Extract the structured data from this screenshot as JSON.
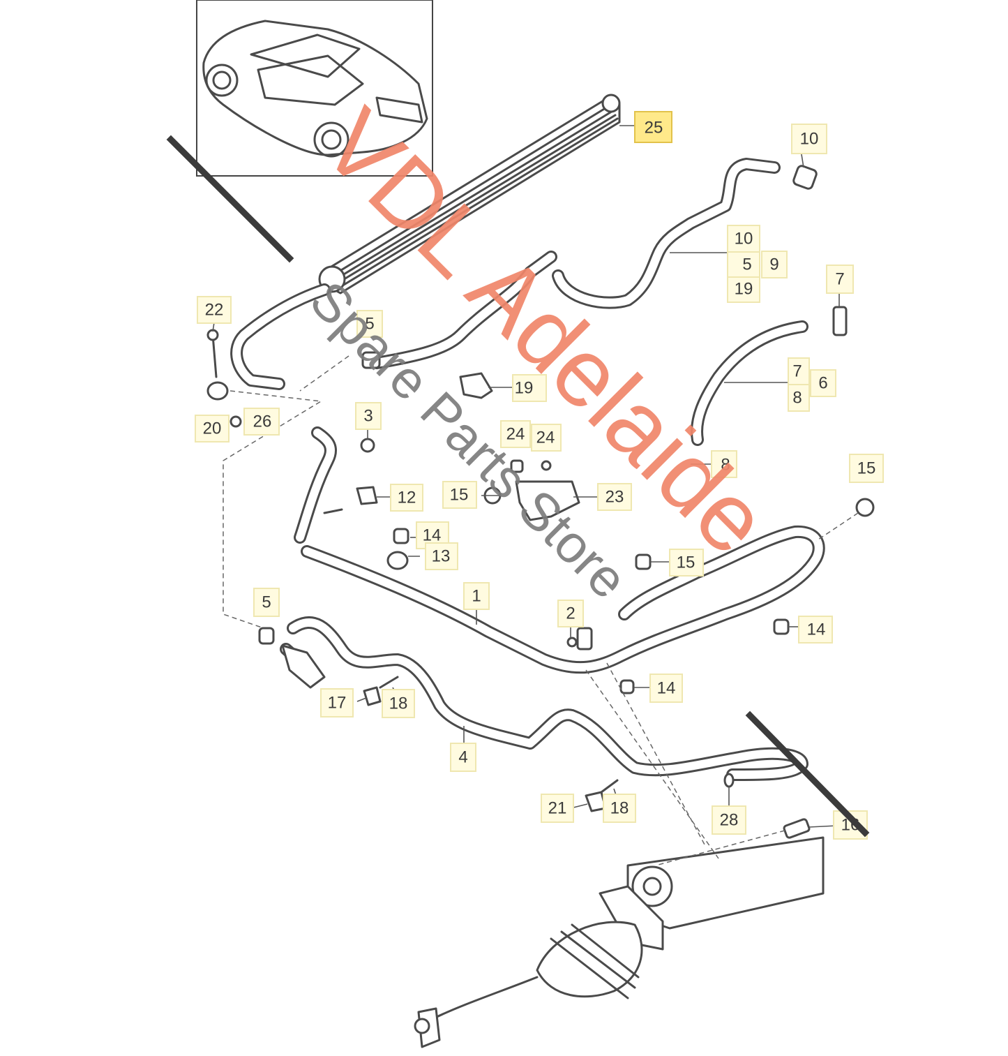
{
  "watermark": {
    "main": "VDL Adelaide",
    "sub": "Spare Parts Store"
  },
  "colors": {
    "watermark_main": "#f0866a",
    "watermark_sub": "#7a7a7a",
    "label_fill": "#fffbe0",
    "label_highlight": "#ffe98a"
  },
  "labels": {
    "l25": "25",
    "l10a": "10",
    "l10b": "10",
    "l5a": "5",
    "l9": "9",
    "l19a": "19",
    "l7a": "7",
    "l22": "22",
    "l5b": "5",
    "l19b": "19",
    "l7b": "7",
    "l6": "6",
    "l8a": "8",
    "l20": "20",
    "l26": "26",
    "l3": "3",
    "l24a": "24",
    "l24b": "24",
    "l8b": "8",
    "l15a": "15",
    "l12": "12",
    "l15b": "15",
    "l23": "23",
    "l14a": "14",
    "l13": "13",
    "l15c": "15",
    "l1": "1",
    "l5c": "5",
    "l2": "2",
    "l14b": "14",
    "l17": "17",
    "l18a": "18",
    "l14c": "14",
    "l4": "4",
    "l21": "21",
    "l18b": "18",
    "l28": "28",
    "l16": "16"
  }
}
